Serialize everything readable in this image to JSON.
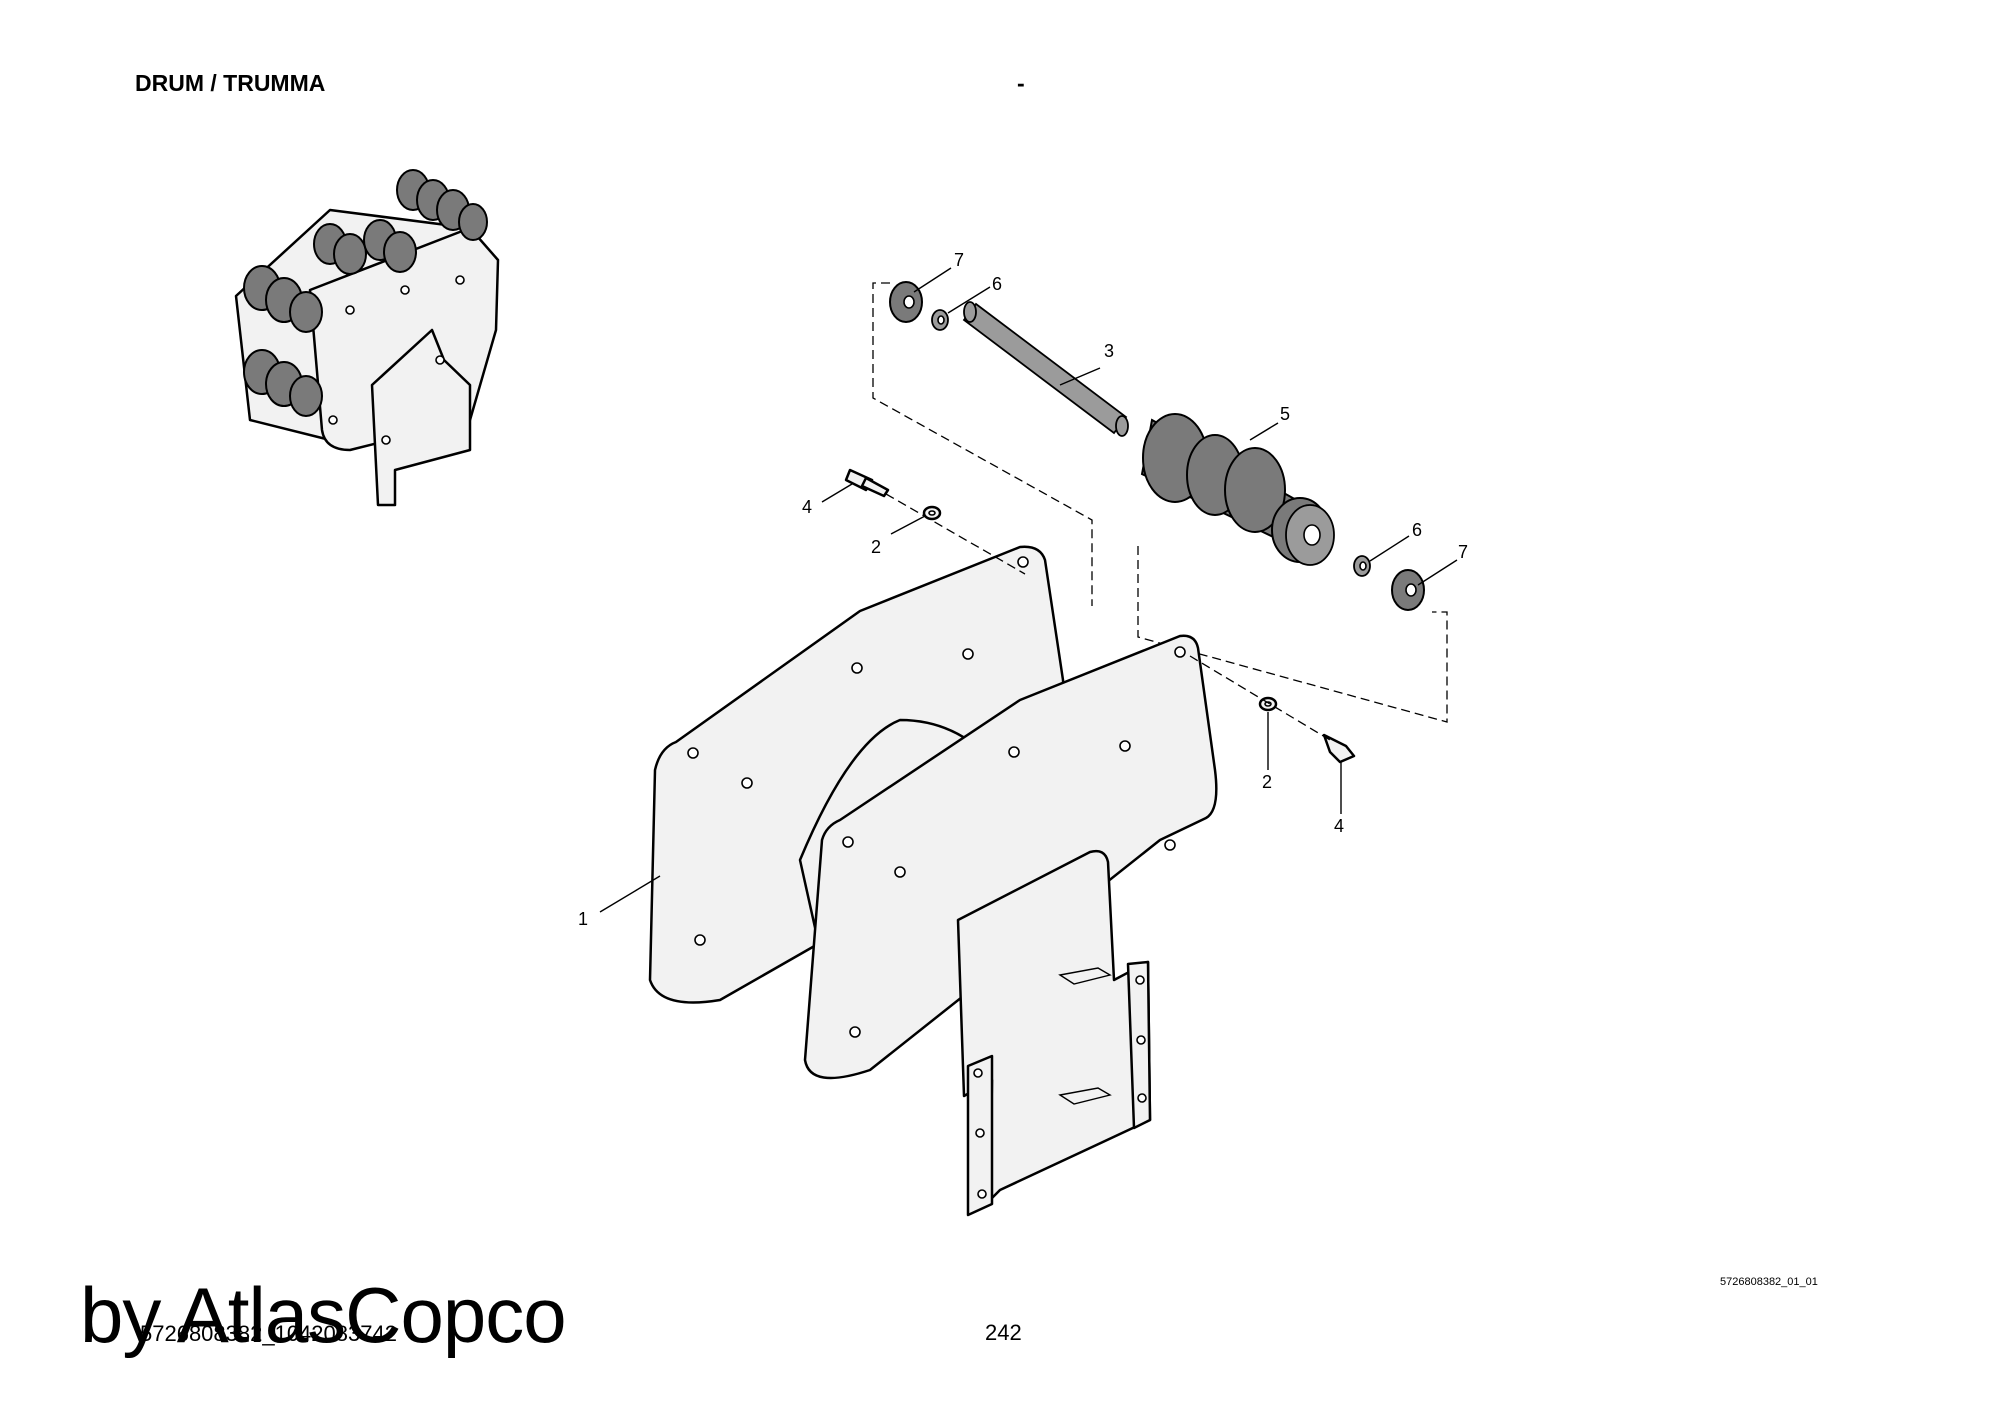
{
  "header": {
    "title": "DRUM / TRUMMA",
    "dash": "-"
  },
  "callouts": {
    "part_1": "1",
    "part_2_upper": "2",
    "part_2_lower": "2",
    "part_3": "3",
    "part_4_upper": "4",
    "part_4_lower": "4",
    "part_5": "5",
    "part_6_upper": "6",
    "part_6_lower": "6",
    "part_7_upper": "7",
    "part_7_lower": "7"
  },
  "footer": {
    "reference_code": "5726808382_01_01",
    "doc_id": "5726808382_1042083742",
    "page_number": "242",
    "watermark": "by AtlasCopco"
  }
}
